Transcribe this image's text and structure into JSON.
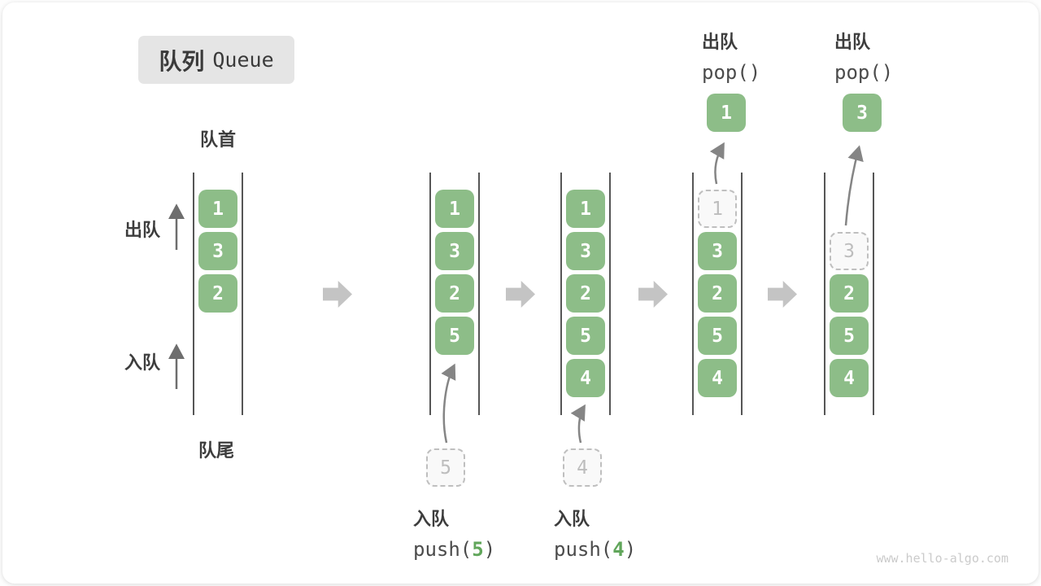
{
  "title": {
    "zh": "队列",
    "en": "Queue"
  },
  "labels": {
    "front": "队首",
    "rear": "队尾",
    "dequeue": "出队",
    "enqueue": "入队"
  },
  "operations": {
    "push": [
      {
        "label": "入队",
        "fn_open": "push(",
        "arg": "5",
        "fn_close": ")"
      },
      {
        "label": "入队",
        "fn_open": "push(",
        "arg": "4",
        "fn_close": ")"
      }
    ],
    "pop": [
      {
        "label": "出队",
        "code": "pop()"
      },
      {
        "label": "出队",
        "code": "pop()"
      }
    ]
  },
  "states": [
    {
      "items": [
        {
          "value": "1",
          "style": "solid",
          "slot": 0
        },
        {
          "value": "3",
          "style": "solid",
          "slot": 1
        },
        {
          "value": "2",
          "style": "solid",
          "slot": 2
        }
      ]
    },
    {
      "items": [
        {
          "value": "1",
          "style": "solid",
          "slot": 0
        },
        {
          "value": "3",
          "style": "solid",
          "slot": 1
        },
        {
          "value": "2",
          "style": "solid",
          "slot": 2
        },
        {
          "value": "5",
          "style": "solid",
          "slot": 3
        }
      ],
      "incoming": "5"
    },
    {
      "items": [
        {
          "value": "1",
          "style": "solid",
          "slot": 0
        },
        {
          "value": "3",
          "style": "solid",
          "slot": 1
        },
        {
          "value": "2",
          "style": "solid",
          "slot": 2
        },
        {
          "value": "5",
          "style": "solid",
          "slot": 3
        },
        {
          "value": "4",
          "style": "solid",
          "slot": 4
        }
      ],
      "incoming": "4"
    },
    {
      "items": [
        {
          "value": "1",
          "style": "dashed",
          "slot": 0
        },
        {
          "value": "3",
          "style": "solid",
          "slot": 1
        },
        {
          "value": "2",
          "style": "solid",
          "slot": 2
        },
        {
          "value": "5",
          "style": "solid",
          "slot": 3
        },
        {
          "value": "4",
          "style": "solid",
          "slot": 4
        }
      ],
      "popped": "1"
    },
    {
      "items": [
        {
          "value": "3",
          "style": "dashed",
          "slot": 1
        },
        {
          "value": "2",
          "style": "solid",
          "slot": 2
        },
        {
          "value": "5",
          "style": "solid",
          "slot": 3
        },
        {
          "value": "4",
          "style": "solid",
          "slot": 4
        }
      ],
      "popped": "3"
    }
  ],
  "watermark": "www.hello-algo.com",
  "colors": {
    "box_green": "#8dbd88",
    "arg_green": "#61a65b",
    "dashed_gray": "#bfbfbf"
  }
}
